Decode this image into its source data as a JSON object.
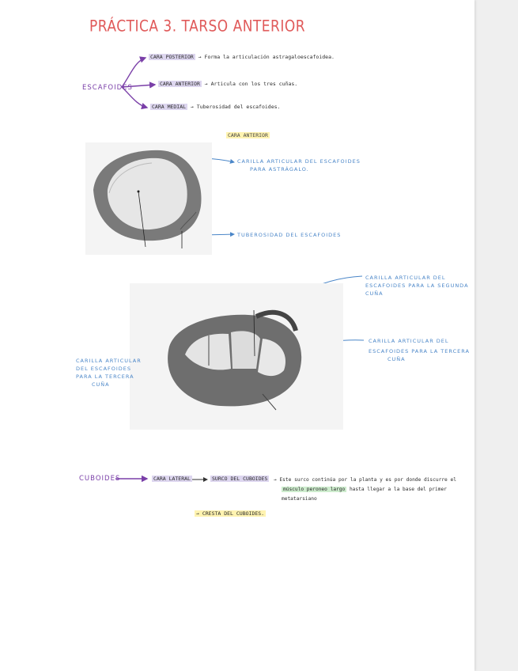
{
  "title": "PRÁCTICA 3. TARSO ANTERIOR",
  "escafoides": {
    "label": "ESCAFOIDES",
    "cara_posterior": "CARA POSTERIOR",
    "cara_posterior_desc": "→ Forma la articulación astragaloescafoidea.",
    "cara_anterior": "CARA ANTERIOR",
    "cara_anterior_desc": "→ Articula con los tres cuñas.",
    "cara_medial": "CARA MEDIAL",
    "cara_medial_desc": "→ Tuberosidad del escafoides."
  },
  "figure1": {
    "caption": "CARA ANTERIOR",
    "label1_line1": "CARILLA ARTICULAR DEL ESCAFOIDES",
    "label1_line2": "PARA ASTRÁGALO.",
    "label2": "TUBEROSIDAD DEL ESCAFOIDES"
  },
  "figure2": {
    "label_top_line1": "CARILLA ARTICULAR DEL",
    "label_top_line2": "ESCAFOIDES PARA LA SEGUNDA",
    "label_top_line3": "CUÑA",
    "label_right_line1": "CARILLA ARTICULAR DEL",
    "label_right_line2": "ESCAFOIDES PARA LA TERCERA",
    "label_right_line3": "CUÑA",
    "label_left_line1": "CARILLA ARTICULAR",
    "label_left_line2": "DEL ESCAFOIDES",
    "label_left_line3": "PARA LA TERCERA",
    "label_left_line4": "CUÑA"
  },
  "cuboides": {
    "label": "CUBOIDES",
    "cara_lateral": "CARA LATERAL",
    "surco": "SURCO DEL CUBOIDES",
    "desc_line1": "→ Este surco continúa por la planta y es por donde discurre el",
    "desc_line2a": "músculo peroneo largo",
    "desc_line2b": " hasta llegar a la base del primer",
    "desc_line3": "metatarsiano",
    "cresta": "→ CRESTA DEL CUBOIDES."
  },
  "colors": {
    "title": "#e05a5a",
    "purple": "#7a3fa8",
    "blue": "#4a86c8",
    "highlight_purple": "#ddd6ef",
    "highlight_yellow": "#fff3b0",
    "highlight_green": "#cdeccd"
  }
}
